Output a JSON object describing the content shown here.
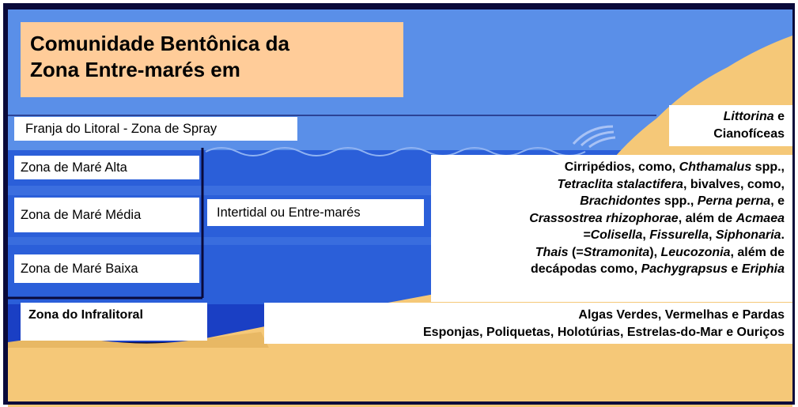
{
  "title": {
    "line1": "Comunidade Bentônica da",
    "line2": "Zona Entre-marés em"
  },
  "zones": {
    "franja": "Franja do Litoral - Zona de Spray",
    "mare_alta": "Zona de Maré Alta",
    "mare_media": "Zona de Maré Média",
    "mare_baixa": "Zona de Maré Baixa",
    "infralitoral": "Zona do Infralitoral",
    "intertidal": "Intertidal ou Entre-marés"
  },
  "spray_fauna": [
    {
      "text": "Littorina",
      "italic": true
    },
    {
      "text": " e",
      "italic": false
    },
    {
      "text": "\nCianofíceas",
      "italic": false
    }
  ],
  "intertidal_fauna": [
    {
      "text": "Cirripédios, como, ",
      "italic": false
    },
    {
      "text": "Chthamalus",
      "italic": true
    },
    {
      "text": " spp.,",
      "italic": false
    },
    {
      "text": "\n",
      "italic": false
    },
    {
      "text": "Tetraclita stalactifera",
      "italic": true
    },
    {
      "text": ", bivalves, como,",
      "italic": false
    },
    {
      "text": "\n",
      "italic": false
    },
    {
      "text": "Brachidontes",
      "italic": true
    },
    {
      "text": " spp., ",
      "italic": false
    },
    {
      "text": "Perna perna",
      "italic": true
    },
    {
      "text": ", e",
      "italic": false
    },
    {
      "text": "\n",
      "italic": false
    },
    {
      "text": "Crassostrea rhizophorae",
      "italic": true
    },
    {
      "text": ", além de ",
      "italic": false
    },
    {
      "text": "Acmaea",
      "italic": true
    },
    {
      "text": "\n",
      "italic": false
    },
    {
      "text": "=Colisella",
      "italic": true
    },
    {
      "text": ", ",
      "italic": false
    },
    {
      "text": "Fissurella",
      "italic": true
    },
    {
      "text": ", ",
      "italic": false
    },
    {
      "text": "Siphonaria",
      "italic": true
    },
    {
      "text": ".",
      "italic": false
    },
    {
      "text": "\n",
      "italic": false
    },
    {
      "text": "Thais",
      "italic": true
    },
    {
      "text": " (=",
      "italic": false
    },
    {
      "text": "Stramonita",
      "italic": true
    },
    {
      "text": "), ",
      "italic": false
    },
    {
      "text": "Leucozonia",
      "italic": true
    },
    {
      "text": ", além de",
      "italic": false
    },
    {
      "text": "\n",
      "italic": false
    },
    {
      "text": "decápodas como, ",
      "italic": false
    },
    {
      "text": "Pachygrapsus",
      "italic": true
    },
    {
      "text": " e ",
      "italic": false
    },
    {
      "text": "Eriphia",
      "italic": true
    }
  ],
  "infralitoral_fauna": {
    "line1": "Algas Verdes, Vermelhas e Pardas",
    "line2": "Esponjas, Poliquetas, Holotúrias, Estrelas-do-Mar e Ouriços"
  },
  "colors": {
    "frame": "#0a0a3a",
    "sky": "#5a8fe8",
    "sea": "#2b5fd9",
    "sea_deep": "#1a3fc4",
    "sand": "#f5c878",
    "title_bg": "#ffcc99"
  }
}
